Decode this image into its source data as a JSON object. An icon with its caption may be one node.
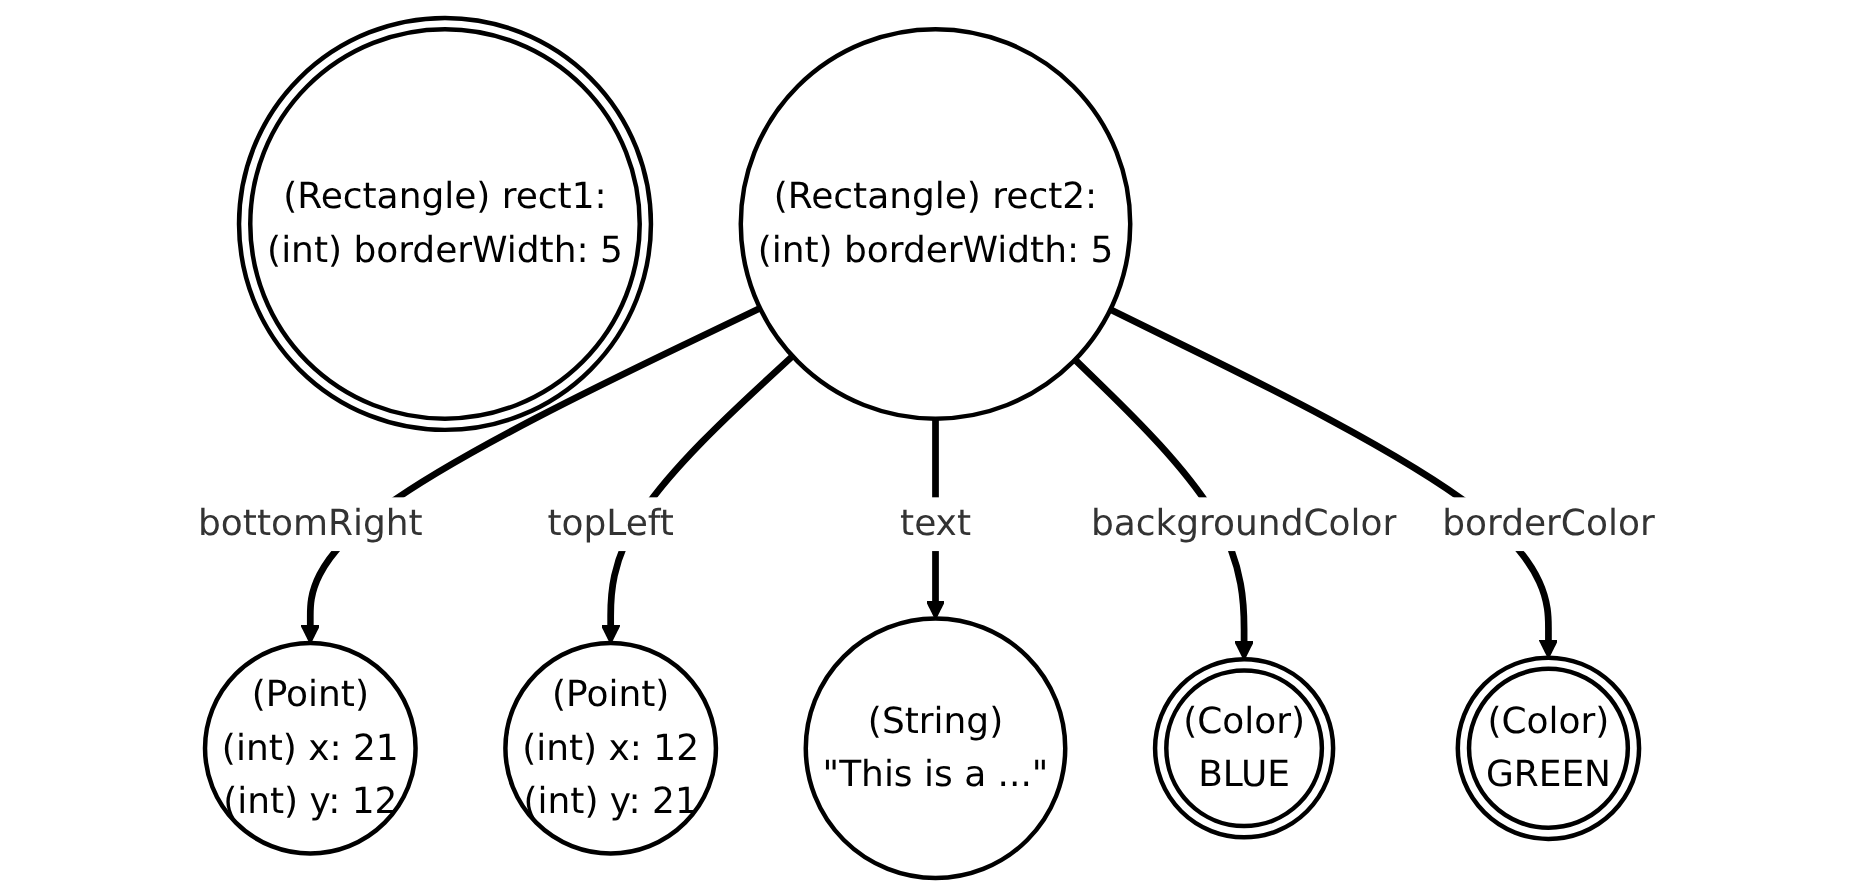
{
  "diagram": {
    "nodes": [
      {
        "text": [
          "(Rectangle) rect1:",
          "(int) borderWidth: 5"
        ]
      },
      {
        "text": [
          "(Point)",
          "(int) x: 21",
          "(int) y: 12"
        ]
      },
      {
        "text": [
          "(Point)",
          "(int) x: 12",
          "(int) y: 21"
        ]
      },
      {
        "text": [
          "(String)",
          "\"This is a ...\""
        ]
      },
      {
        "text": [
          "(Rectangle) rect2:",
          "(int) borderWidth: 5"
        ]
      },
      {
        "text": [
          "(Color)",
          "BLUE"
        ]
      },
      {
        "text": [
          "(Color)",
          "GREEN"
        ]
      }
    ],
    "edges": [
      {
        "from": 4,
        "to": 1,
        "arrow": "to",
        "label": "bottomRight"
      },
      {
        "from": 4,
        "to": 2,
        "arrow": "to",
        "label": "topLeft"
      },
      {
        "from": 4,
        "to": 3,
        "arrow": "to",
        "label": "text"
      },
      {
        "from": 4,
        "to": 5,
        "arrow": "to",
        "label": "backgroundColor"
      },
      {
        "from": 4,
        "to": 6,
        "arrow": "to",
        "label": "borderColor"
      }
    ]
  }
}
